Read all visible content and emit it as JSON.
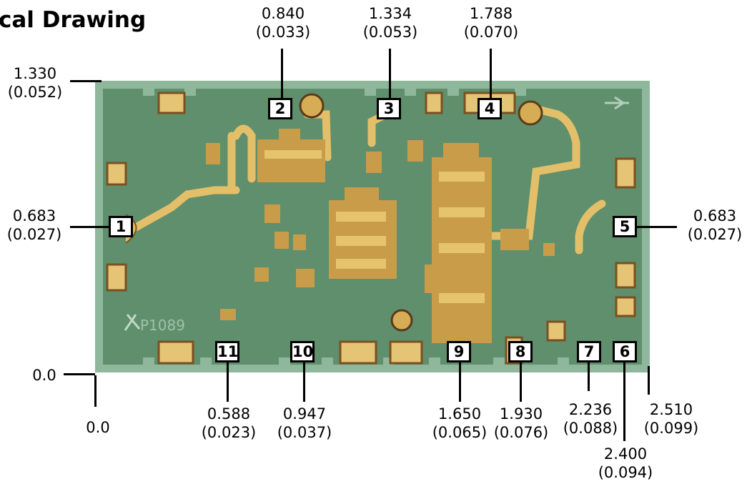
{
  "title": "cal Drawing",
  "pins": [
    {
      "id": "1",
      "label": "1"
    },
    {
      "id": "2",
      "label": "2"
    },
    {
      "id": "3",
      "label": "3"
    },
    {
      "id": "4",
      "label": "4"
    },
    {
      "id": "5",
      "label": "5"
    },
    {
      "id": "6",
      "label": "6"
    },
    {
      "id": "7",
      "label": "7"
    },
    {
      "id": "8",
      "label": "8"
    },
    {
      "id": "9",
      "label": "9"
    },
    {
      "id": "10",
      "label": "10"
    },
    {
      "id": "11",
      "label": "11"
    }
  ],
  "top_dims": [
    {
      "mm": "0.840",
      "in": "(0.033)"
    },
    {
      "mm": "1.334",
      "in": "(0.053)"
    },
    {
      "mm": "1.788",
      "in": "(0.070)"
    }
  ],
  "left_dims": [
    {
      "mm": "1.330",
      "in": "(0.052)"
    },
    {
      "mm": "0.683",
      "in": "(0.027)"
    }
  ],
  "right_dims": [
    {
      "mm": "0.683",
      "in": "(0.027)"
    }
  ],
  "origin": {
    "y_label": "0.0",
    "x_label": "0.0"
  },
  "bottom_dims": [
    {
      "mm": "0.588",
      "in": "(0.023)"
    },
    {
      "mm": "0.947",
      "in": "(0.037)"
    },
    {
      "mm": "1.650",
      "in": "(0.065)"
    },
    {
      "mm": "1.930",
      "in": "(0.076)"
    },
    {
      "mm": "2.236",
      "in": "(0.088)"
    },
    {
      "mm": "2.510",
      "in": "(0.099)"
    },
    {
      "mm": "2.400",
      "in": "(0.094)"
    }
  ],
  "die_marks": {
    "marking": "P1089"
  }
}
